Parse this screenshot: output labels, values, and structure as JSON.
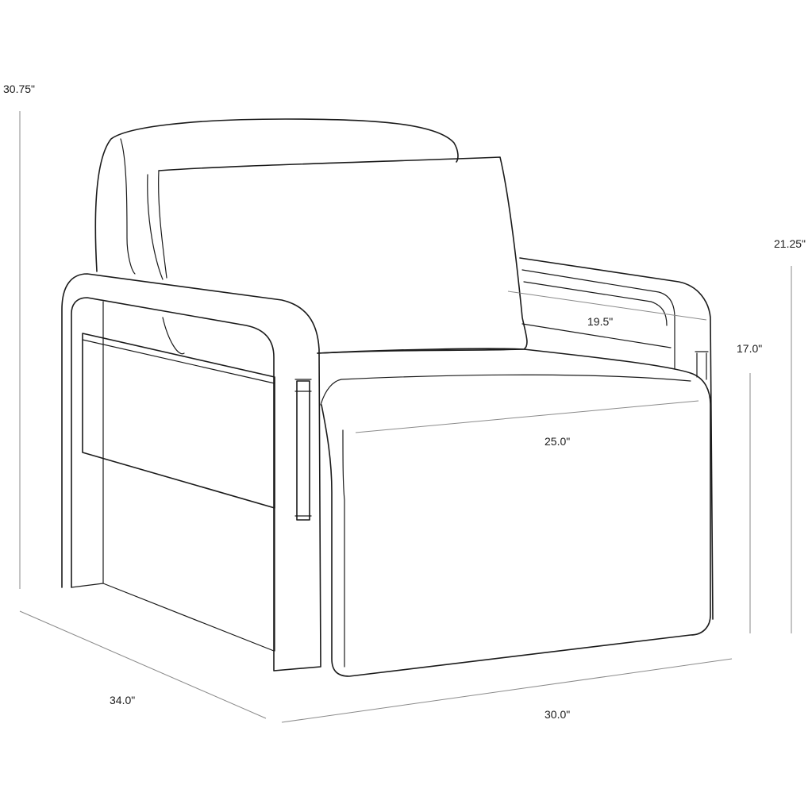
{
  "dimensions": {
    "overall_height": "30.75\"",
    "arm_height": "21.25\"",
    "seat_height": "17.0\"",
    "seat_depth": "19.5\"",
    "seat_width": "25.0\"",
    "overall_depth": "34.0\"",
    "overall_width": "30.0\""
  },
  "colors": {
    "line": "#1a1a1a",
    "dimension_line": "#8a8a8a",
    "background": "#ffffff"
  }
}
